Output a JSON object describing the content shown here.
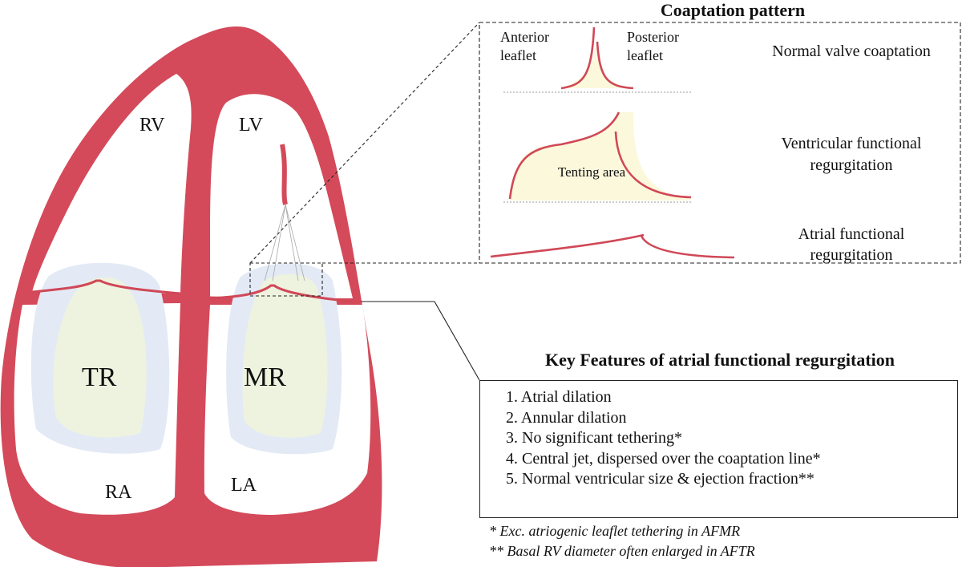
{
  "heart": {
    "chambers": {
      "rv": "RV",
      "lv": "LV",
      "ra": "RA",
      "la": "LA"
    },
    "jets": {
      "tr": "TR",
      "mr": "MR"
    }
  },
  "coaptation": {
    "title": "Coaptation pattern",
    "anterior_label": [
      "Anterior",
      "leaflet"
    ],
    "posterior_label": [
      "Posterior",
      "leaflet"
    ],
    "tenting_label": "Tenting area",
    "rows": [
      {
        "name": [
          "Normal valve coaptation"
        ]
      },
      {
        "name": [
          "Ventricular functional",
          "regurgitation"
        ]
      },
      {
        "name": [
          "Atrial functional",
          "regurgitation"
        ]
      }
    ]
  },
  "features": {
    "title": "Key Features of atrial functional regurgitation",
    "items": [
      "1. Atrial dilation",
      "2. Annular dilation",
      "3. No significant tethering*",
      "4. Central jet, dispersed over the coaptation line*",
      "5. Normal ventricular size & ejection fraction**"
    ]
  },
  "footnotes": [
    "* Exc. atriogenic leaflet tethering in AFMR",
    "** Basal RV diameter often enlarged in AFTR"
  ],
  "colors": {
    "myocardium": "#d44a5a",
    "jet_halo": "#e3eaf5",
    "jet_core": "#eef3df",
    "tenting_fill": "#fbf8dc",
    "leaflet": "#d04857"
  }
}
